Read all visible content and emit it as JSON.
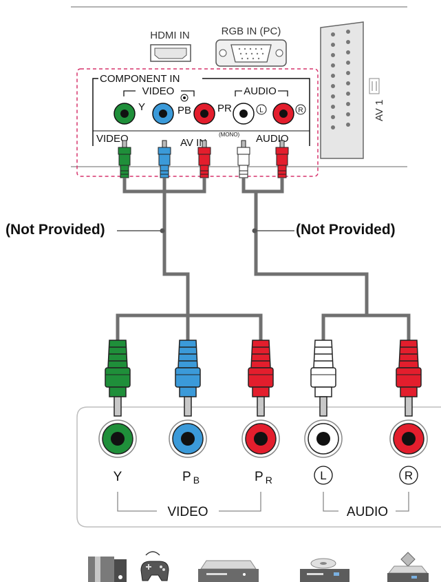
{
  "tv_panel": {
    "hdmi_label": "HDMI IN",
    "rgb_label": "RGB IN (PC)",
    "component_label": "COMPONENT IN",
    "video_label": "VIDEO",
    "audio_label": "AUDIO",
    "y_label": "Y",
    "pb_label": "PB",
    "pr_label": "PR",
    "l_label": "L",
    "r_label": "R",
    "av_video_label": "VIDEO",
    "av_label": "AV IN",
    "mono_label": "(MONO)",
    "av_audio_label": "AUDIO",
    "av1_label": "AV 1"
  },
  "cables": {
    "left_note": "(Not Provided)",
    "right_note": "(Not Provided)"
  },
  "device_panel": {
    "y_label": "Y",
    "pb_label": "P",
    "pb_sub": "B",
    "pr_label": "P",
    "pr_sub": "R",
    "l_label": "L",
    "r_label": "R",
    "video_group_label": "VIDEO",
    "audio_group_label": "AUDIO"
  },
  "colors": {
    "green": "#1f8f3a",
    "blue": "#3b9ad9",
    "red": "#e31e2d",
    "white": "#ffffff",
    "cable": "#707070",
    "dashed_border": "#d6336c"
  },
  "devices": [
    "pc-icon",
    "game-console-icon",
    "dvd-player-icon",
    "blu-ray-player-icon",
    "set-top-box-icon"
  ]
}
